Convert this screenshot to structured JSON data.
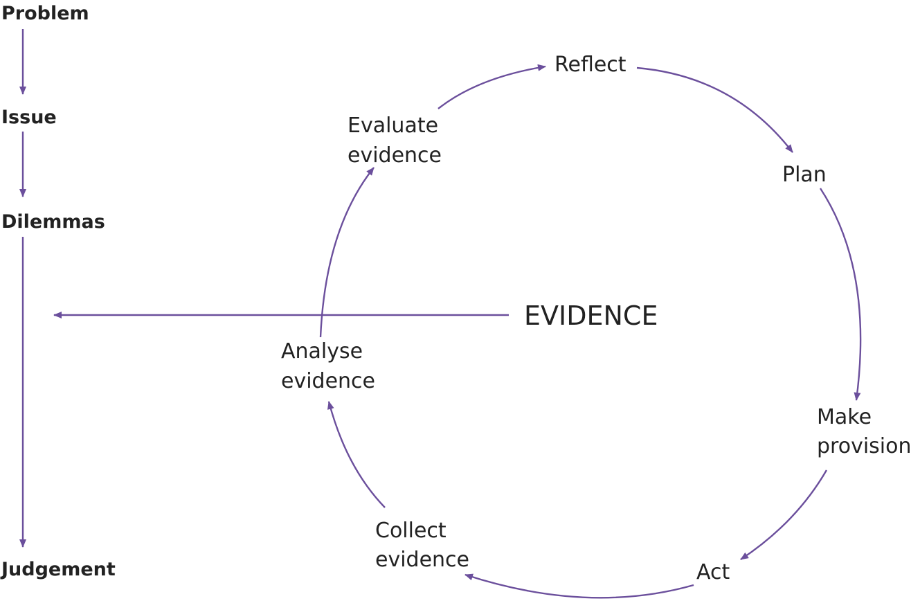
{
  "colors": {
    "arrow": "#6b4f9c",
    "text": "#222222"
  },
  "left_sequence": [
    "Problem",
    "Issue",
    "Dilemmas",
    "Judgement"
  ],
  "center_label": "EVIDENCE",
  "cycle": {
    "reflect": "Reflect",
    "plan": "Plan",
    "make_provision": [
      "Make",
      "provision"
    ],
    "act": "Act",
    "collect_evidence": [
      "Collect",
      "evidence"
    ],
    "analyse_evidence": [
      "Analyse",
      "evidence"
    ],
    "evaluate_evidence": [
      "Evaluate",
      "evidence"
    ]
  }
}
